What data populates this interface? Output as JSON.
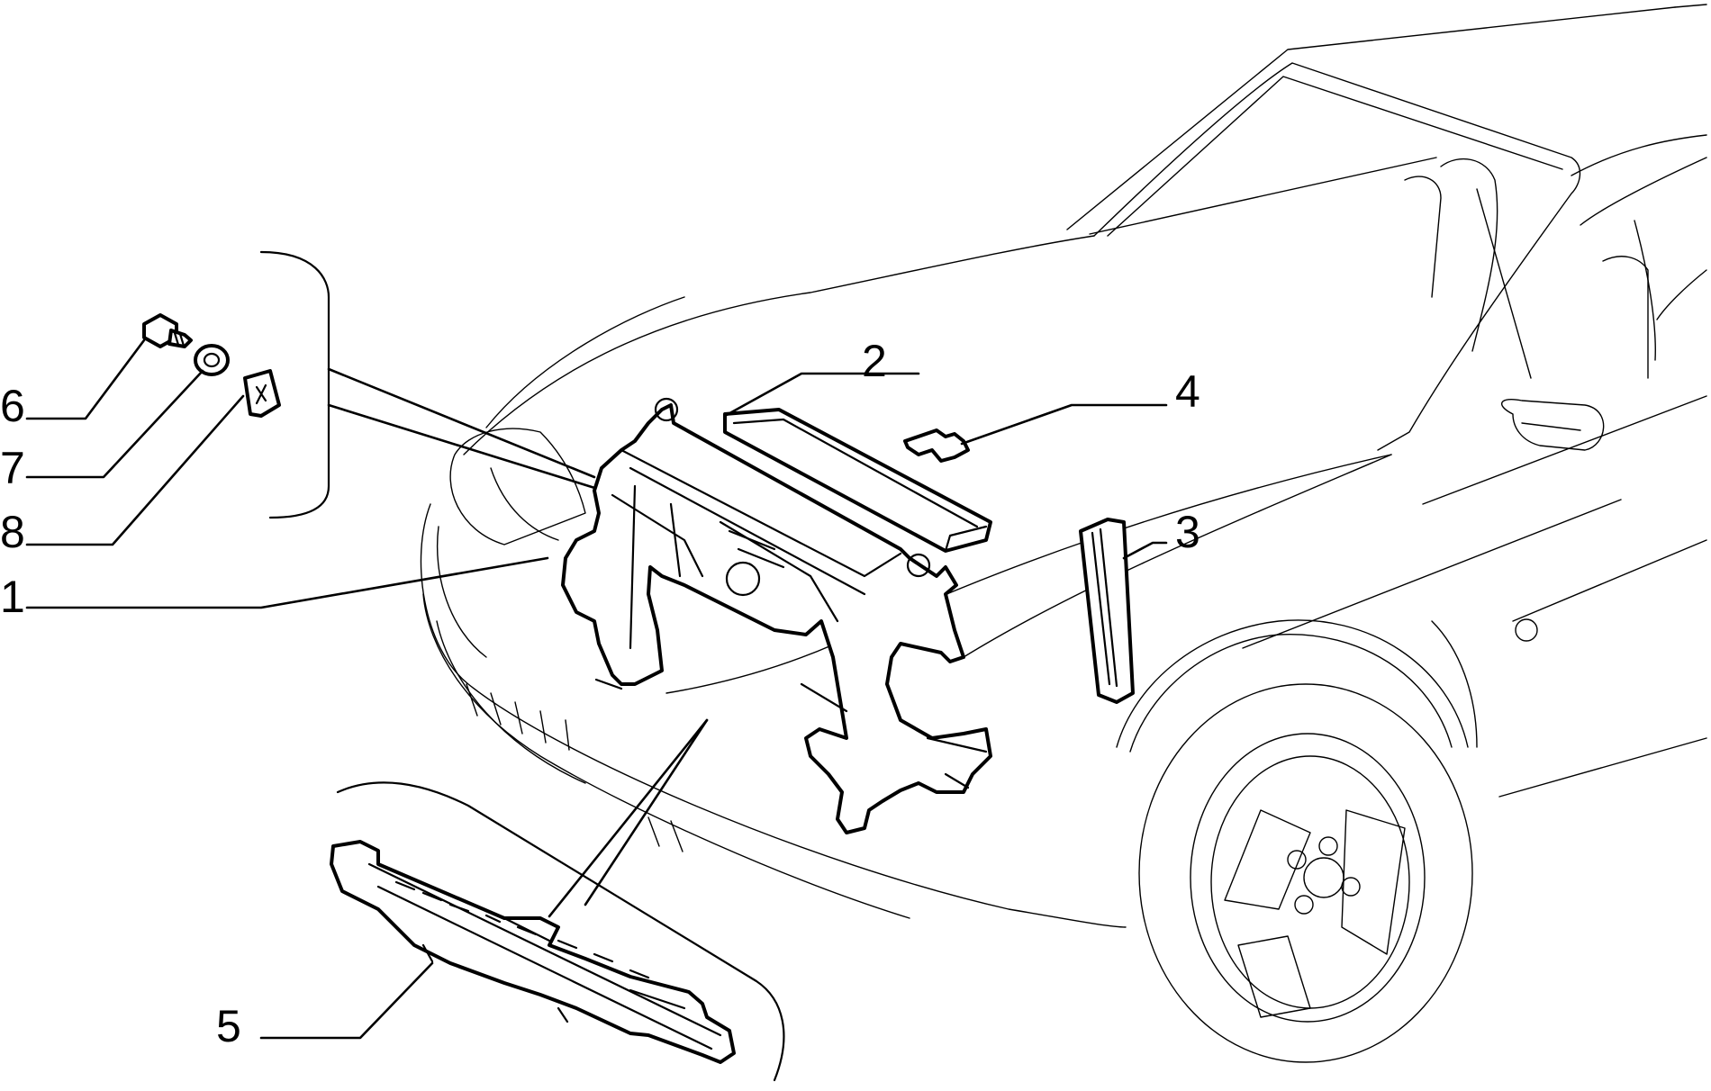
{
  "diagram": {
    "type": "exploded-parts-diagram",
    "callouts": [
      {
        "id": "callout-1",
        "label": "1",
        "part": "front-frame-icon"
      },
      {
        "id": "callout-2",
        "label": "2",
        "part": "upper-crossmember-icon"
      },
      {
        "id": "callout-3",
        "label": "3",
        "part": "side-bracket-icon"
      },
      {
        "id": "callout-4",
        "label": "4",
        "part": "clip-icon"
      },
      {
        "id": "callout-5",
        "label": "5",
        "part": "lower-crossmember-icon"
      },
      {
        "id": "callout-6",
        "label": "6",
        "part": "screw-icon"
      },
      {
        "id": "callout-7",
        "label": "7",
        "part": "washer-icon"
      },
      {
        "id": "callout-8",
        "label": "8",
        "part": "clip-nut-icon"
      }
    ]
  }
}
